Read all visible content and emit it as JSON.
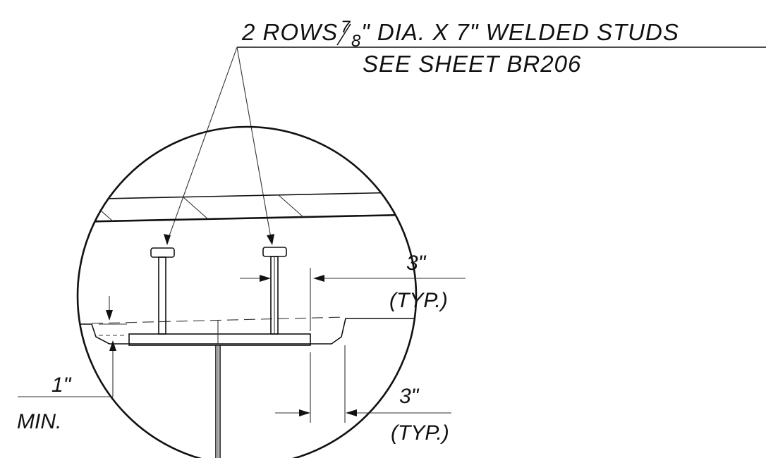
{
  "callout": {
    "quantity": "2 ROWS",
    "fraction_num": "7",
    "fraction_den": "8",
    "spec_rest": "\" DIA. X 7\" WELDED STUDS",
    "reference": "SEE SHEET BR206"
  },
  "dim_top": {
    "value": "3\"",
    "note": "(TYP.)"
  },
  "dim_bottom": {
    "value": "3\"",
    "note": "(TYP.)"
  },
  "dim_left": {
    "value": "1\"",
    "note": "MIN."
  }
}
